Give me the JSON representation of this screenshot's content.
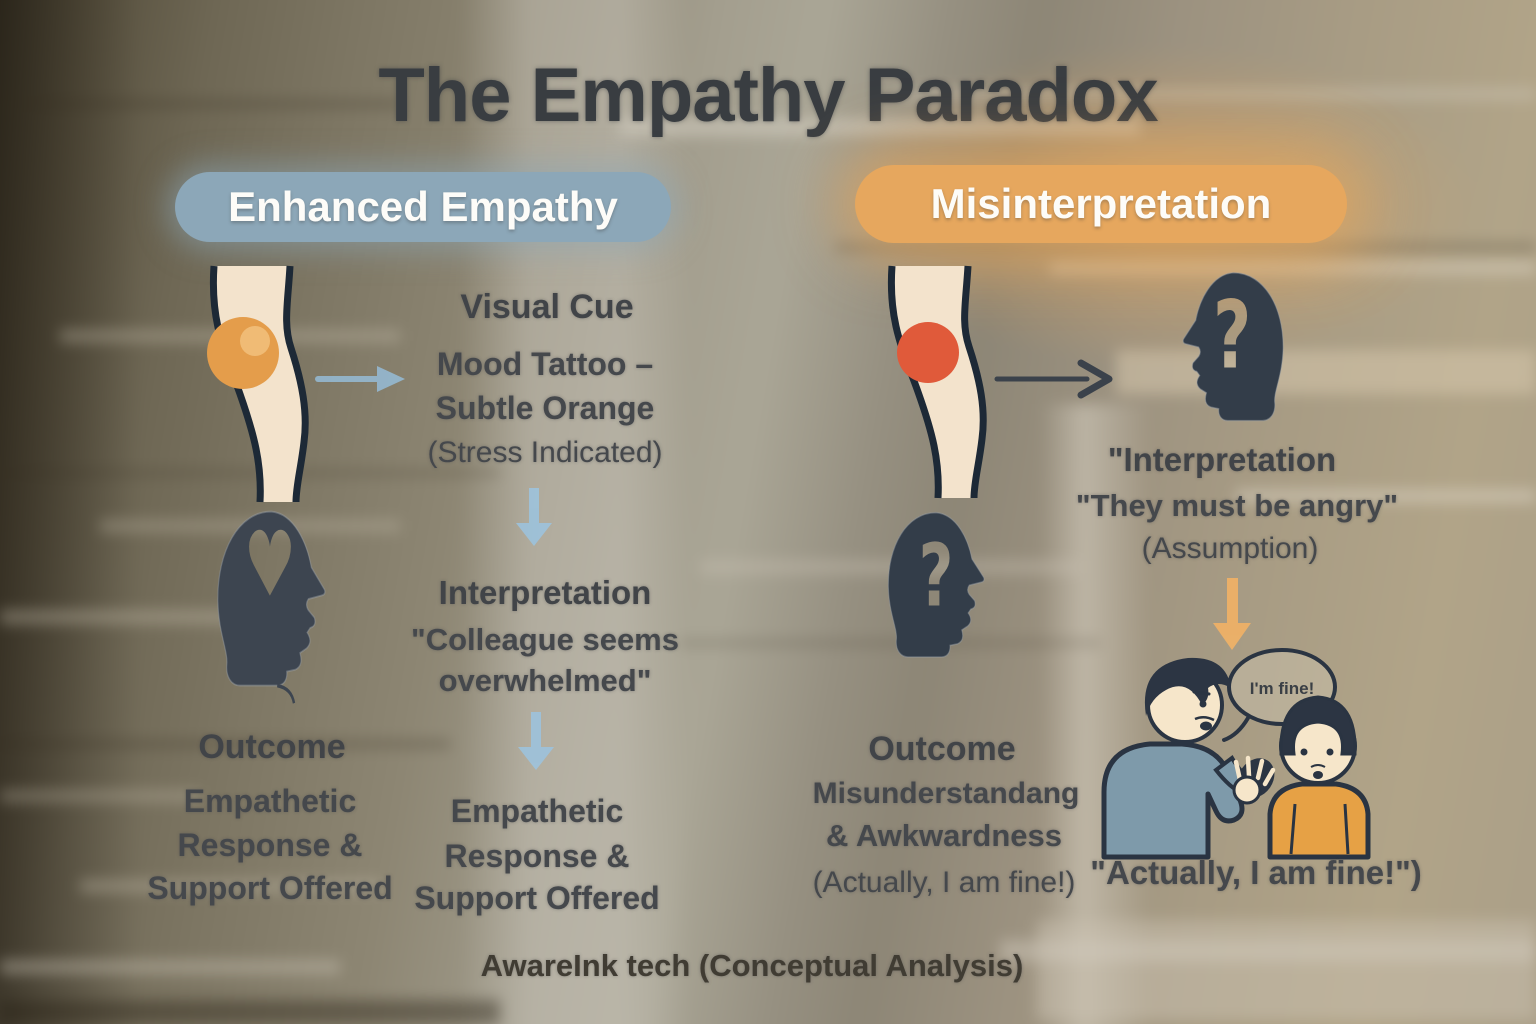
{
  "title": "The Empathy Paradox",
  "footer": "AwareInk tech (Conceptual Analysis)",
  "left": {
    "header": "Enhanced Empathy",
    "cue_heading": "Visual Cue",
    "cue_line1": "Mood Tattoo –",
    "cue_line2": "Subtle Orange",
    "cue_line3": "(Stress Indicated)",
    "interp_heading": "Interpretation",
    "interp_line1": "\"Colleague seems",
    "interp_line2": "overwhelmed\"",
    "outcome_heading": "Outcome",
    "outcome_line1": "Empathetic",
    "outcome_line2": "Response &",
    "outcome_line3": "Support Offered",
    "result_line1": "Empathetic",
    "result_line2": "Response &",
    "result_line3": "Support Offered"
  },
  "right": {
    "header": "Misinterpretation",
    "interp_heading": "\"Interpretation",
    "interp_line1": "\"They must be angry\"",
    "interp_line2": "(Assumption)",
    "outcome_heading": "Outcome",
    "outcome_line1": "Misunderstandang",
    "outcome_line2": "& Awkwardness",
    "outcome_line3": "(Actually, I am fine!)",
    "bubble_text": "I'm fine!",
    "caption": "\"Actually, I am fine!\")"
  },
  "icons": {
    "heart": "♥",
    "question": "?",
    "left_arm": "arm-with-orange-mood-tattoo",
    "right_arm": "arm-with-red-mood-tattoo",
    "empathy_head": "head-with-heart-silhouette",
    "assumption_head": "head-with-question-mark-silhouette",
    "confusion_head": "head-with-question-mark-silhouette",
    "people": "two-people-talking"
  },
  "colors": {
    "left_header_bg": "#8ca7b8",
    "right_header_bg": "#e6a75e",
    "tattoo_orange": "#e49d4b",
    "tattoo_red": "#e05a3a",
    "silhouette": "#38414d",
    "arrow_blue": "#97c0de",
    "arrow_orange": "#f2b266",
    "arrow_dark": "#3b424b",
    "title_color": "#393d41"
  }
}
